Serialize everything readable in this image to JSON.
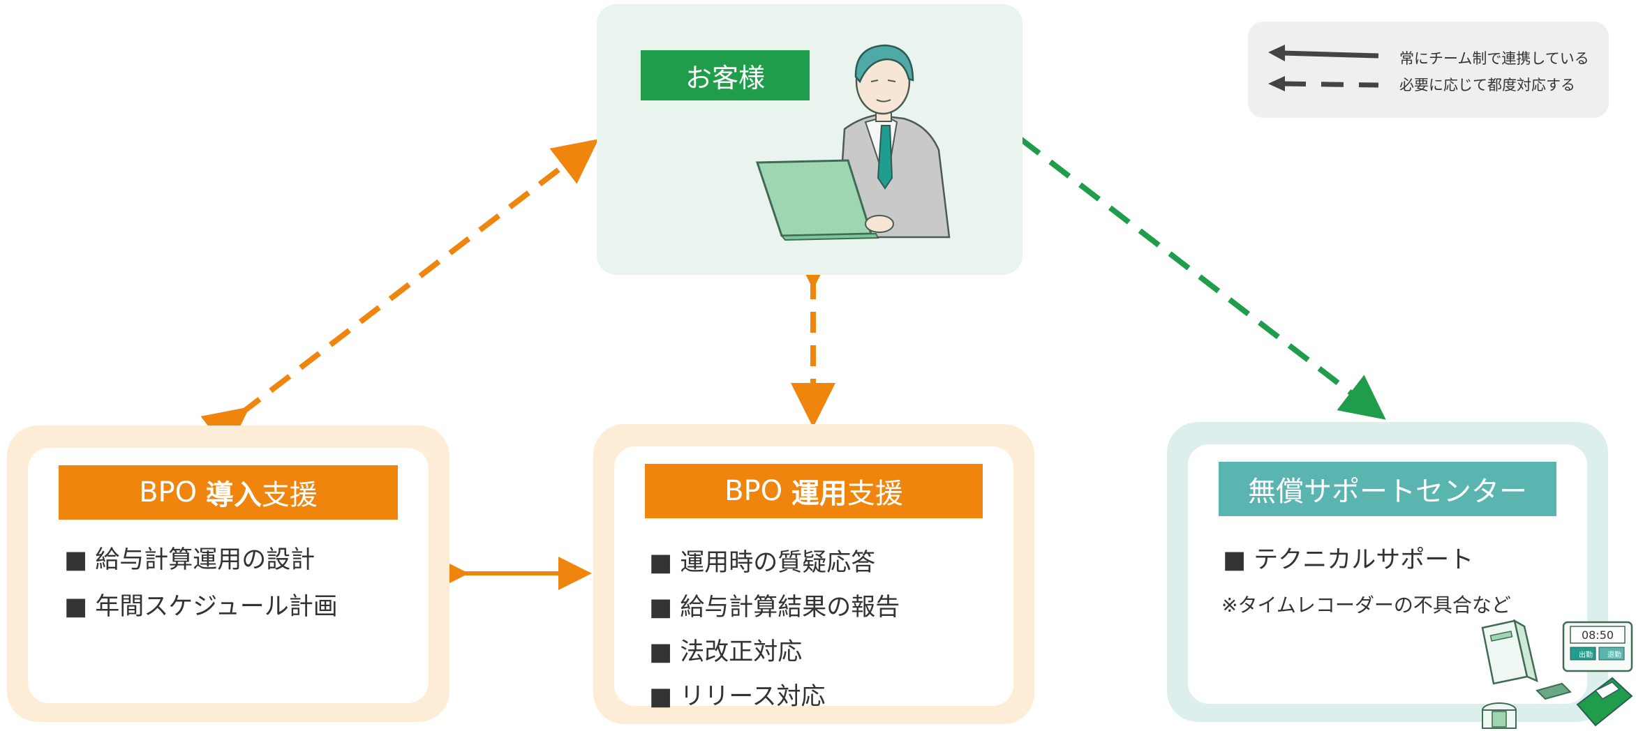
{
  "customer": {
    "label": "お客様"
  },
  "legend": {
    "solid_label": "常にチーム制で連携している",
    "dashed_label": "必要に応じて都度対応する"
  },
  "intro_support": {
    "title_prefix": "BPO ",
    "title_bold": "導入",
    "title_suffix": "支援",
    "items": [
      "■ 給与計算運用の設計",
      "■ 年間スケジュール計画"
    ]
  },
  "operation_support": {
    "title_prefix": "BPO ",
    "title_bold": "運用",
    "title_suffix": "支援",
    "items": [
      "■ 運用時の質疑応答",
      "■ 給与計算結果の報告",
      "■ 法改正対応",
      "■ リリース対応"
    ]
  },
  "support_center": {
    "title": "無償サポートセンター",
    "items": [
      "■ テクニカルサポート"
    ],
    "note": "※タイムレコーダーの不具合など",
    "device_display": "08:50",
    "device_button_in": "出勤",
    "device_button_out": "退勤"
  },
  "colors": {
    "green": "#1f9d4b",
    "orange": "#ef850d",
    "teal": "#5ab5b1",
    "arrow_dark": "#444444"
  }
}
